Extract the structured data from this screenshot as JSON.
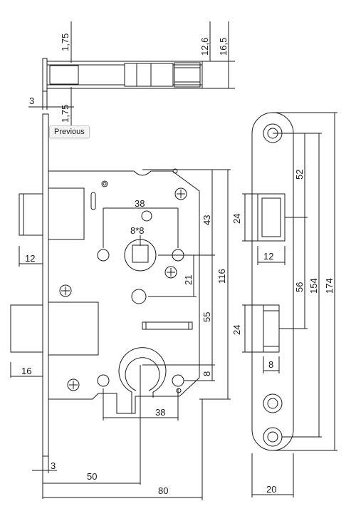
{
  "tooltip": {
    "label": "Previous"
  },
  "dimensions": {
    "top_view": {
      "top": "1,75",
      "bottom": "1,75",
      "left": "3",
      "mid": "12,6",
      "right": "16,5"
    },
    "lock_body": {
      "bolt_width": "12",
      "latch_width": "16",
      "hole_spacing_top": "38",
      "spindle_size": "8*8",
      "spindle_to_top": "43",
      "spindle_to_cylinder": "21",
      "cylinder_to_top": "55",
      "body_height": "116",
      "cylinder_spacing_bottom": "38",
      "cylinder_bottom": "8",
      "faceplate_thickness": "3",
      "backset": "50",
      "body_depth": "80"
    },
    "strike_plate": {
      "opening1_height": "24",
      "opening1_width": "12",
      "to_opening1": "52",
      "opening2_height": "24",
      "opening2_width": "8",
      "to_opening2": "56",
      "screw_spacing": "154",
      "plate_height": "174",
      "plate_width": "20"
    }
  }
}
